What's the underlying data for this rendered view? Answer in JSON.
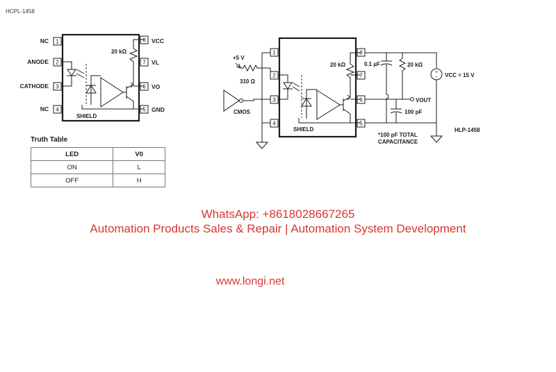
{
  "header": {
    "doc_id": "HCPL-1458"
  },
  "left_schematic": {
    "pins_left": [
      {
        "num": "1",
        "label": "NC"
      },
      {
        "num": "2",
        "label": "ANODE"
      },
      {
        "num": "3",
        "label": "CATHODE"
      },
      {
        "num": "4",
        "label": "NC"
      }
    ],
    "pins_right": [
      {
        "num": "8",
        "label": "VCC"
      },
      {
        "num": "7",
        "label": "VL"
      },
      {
        "num": "6",
        "label": "VO"
      },
      {
        "num": "5",
        "label": "GND"
      }
    ],
    "resistor": "20 kΩ",
    "shield": "SHIELD"
  },
  "truth_table": {
    "title": "Truth Table",
    "headers": [
      "LED",
      "V0"
    ],
    "rows": [
      [
        "ON",
        "L"
      ],
      [
        "OFF",
        "H"
      ]
    ]
  },
  "right_schematic": {
    "supply": "+5 V",
    "input_resistor": "310 Ω",
    "driver": "CMOS",
    "shield": "SHIELD",
    "pin_numbers_left": [
      "1",
      "2",
      "3",
      "4"
    ],
    "pin_numbers_right": [
      "8",
      "7",
      "6",
      "5"
    ],
    "internal_resistor": "20 kΩ",
    "bypass_cap": "0.1 µF",
    "pullup": "20 kΩ",
    "vcc": "VCC = 15 V",
    "vout": "VOUT",
    "load_cap": "100 pF",
    "note_line1": "*100 pF TOTAL",
    "note_line2": "CAPACITANCE",
    "part": "HLP-1458"
  },
  "promo": {
    "whatsapp": "WhatsApp: +8618028667265",
    "tagline": "Automation Products Sales & Repair | Automation System Development",
    "website": "www.longi.net"
  },
  "colors": {
    "promo_red": "#d4382f",
    "ink": "#1a1a1a"
  }
}
